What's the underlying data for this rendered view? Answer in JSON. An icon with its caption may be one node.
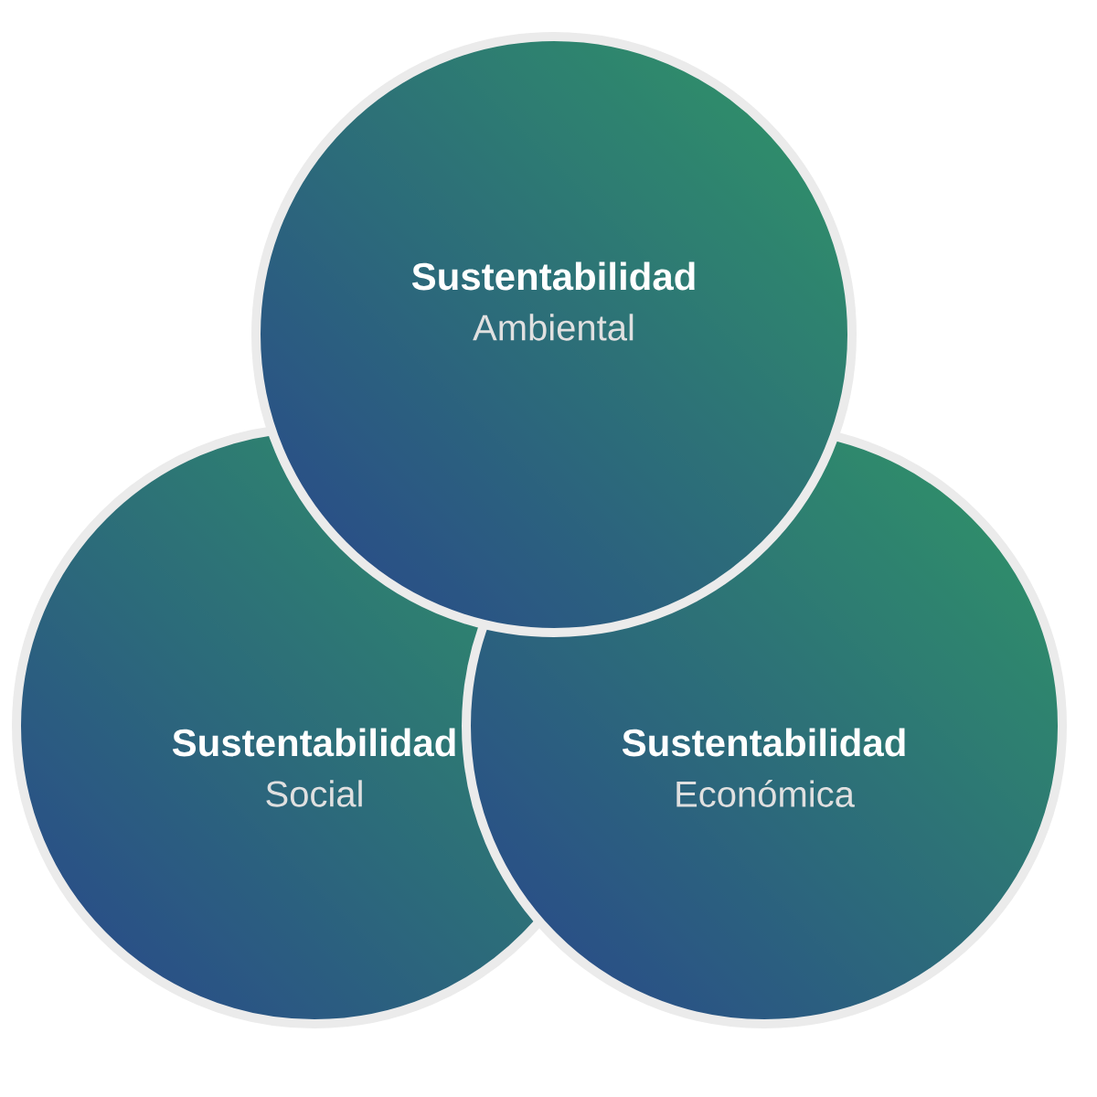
{
  "diagram": {
    "nodes": [
      {
        "text": [
          "Sustentabilidad",
          "Ambiental"
        ]
      },
      {
        "text": [
          "Sustentabilidad",
          "Social"
        ]
      },
      {
        "text": [
          "Sustentabilidad",
          "Económica"
        ]
      }
    ]
  }
}
